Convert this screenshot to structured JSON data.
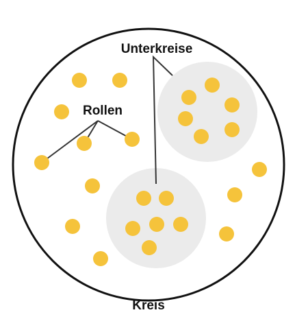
{
  "labels": {
    "subcircles": "Unterkreise",
    "roles": "Rollen",
    "circle": "Kreis"
  },
  "colors": {
    "outline": "#111111",
    "role_dot": "#F5C33B",
    "subcircle_fill": "#EBEBEB",
    "leader_line": "#333333"
  }
}
